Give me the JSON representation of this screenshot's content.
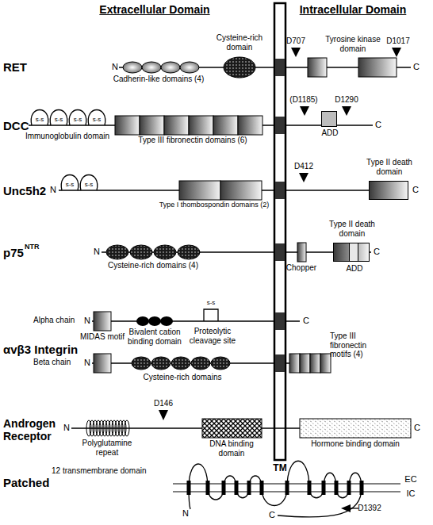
{
  "diagram": {
    "nodes": [
      {
        "text": [
          "ADD"
        ]
      },
      {
        "text": [
          "Type II death domain"
        ]
      },
      {
        "text": [
          "Type II death domain"
        ]
      },
      {
        "text": [
          "ADD"
        ],
        "in": 2
      }
    ],
    "labels": [
      "Extracellular Domain",
      "Intracellular Domain",
      "RET",
      "N",
      "Cadherin-like domains (4)",
      "Cysteine-rich domain",
      "D707",
      "Tyrosine kinase domain",
      "D1017",
      "C",
      "DCC",
      "Immunoglobulin domain",
      "s-s",
      "s-s",
      "s-s",
      "s-s",
      "Type III fibronectin domains (6)",
      "(D1185)",
      "D1290",
      "C",
      "Unc5h2",
      "N",
      "s-s",
      "s-s",
      "Type I thombospondin domains (2)",
      "D412",
      "C",
      "p75",
      "NTR",
      "N",
      "Cysteine-rich domains (4)",
      "Chopper",
      "C",
      "αvβ3 Integrin",
      "Alpha chain",
      "N",
      "MIDAS motif",
      "Bivalent cation binding domain",
      "s-s",
      "Proteolytic cleavage site",
      "C",
      "Beta chain",
      "N",
      "Cysteine-rich domains",
      "Type III fibronectin motifs (4)",
      "TM",
      "Androgen Receptor",
      "N",
      "Polyglutamine repeat",
      "D146",
      "DNA binding domain",
      "Hormone binding domain",
      "C",
      "Patched",
      "12 transmembrane domain",
      "EC",
      "IC",
      "N",
      "C",
      "D1392"
    ]
  }
}
